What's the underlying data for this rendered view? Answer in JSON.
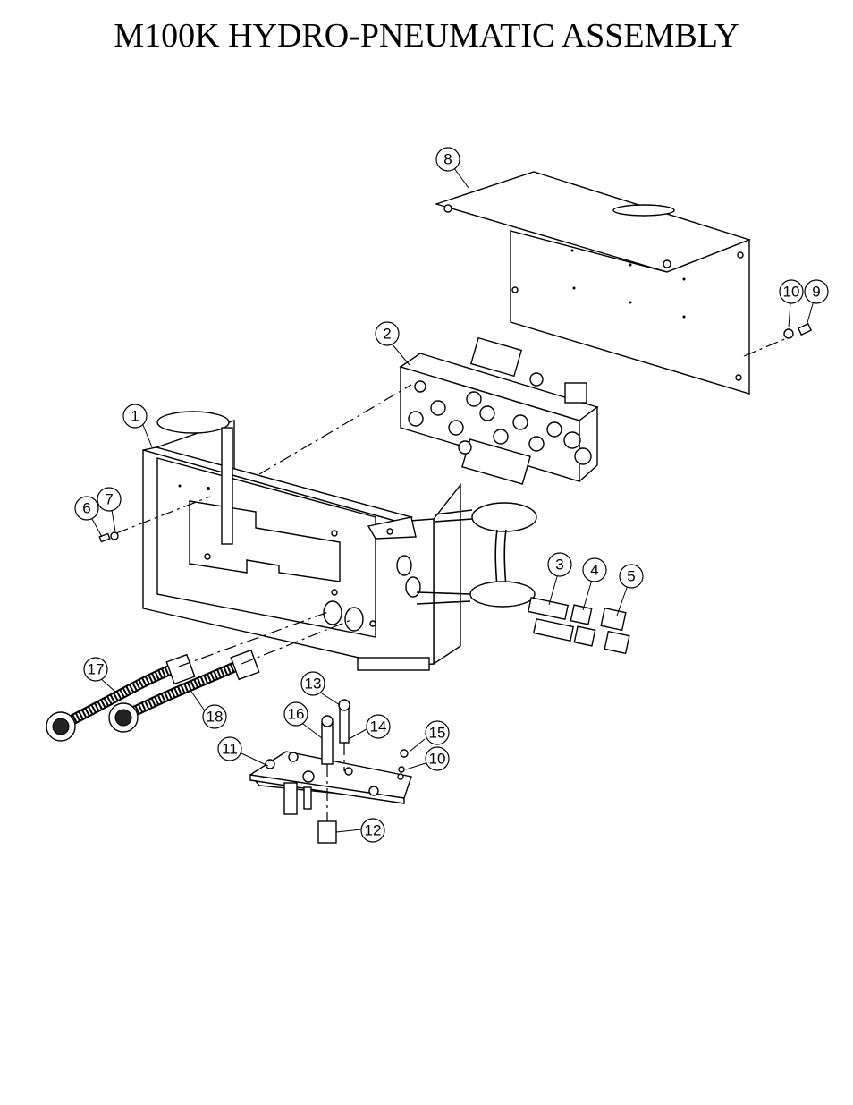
{
  "title": "M100K HYDRO-PNEUMATIC ASSEMBLY",
  "callouts": [
    {
      "id": "c1",
      "label": "1"
    },
    {
      "id": "c2",
      "label": "2"
    },
    {
      "id": "c3",
      "label": "3"
    },
    {
      "id": "c4",
      "label": "4"
    },
    {
      "id": "c5",
      "label": "5"
    },
    {
      "id": "c6",
      "label": "6"
    },
    {
      "id": "c7",
      "label": "7"
    },
    {
      "id": "c8",
      "label": "8"
    },
    {
      "id": "c9",
      "label": "9"
    },
    {
      "id": "c10a",
      "label": "10"
    },
    {
      "id": "c10b",
      "label": "10"
    },
    {
      "id": "c11",
      "label": "11"
    },
    {
      "id": "c12",
      "label": "12"
    },
    {
      "id": "c13",
      "label": "13"
    },
    {
      "id": "c14",
      "label": "14"
    },
    {
      "id": "c15",
      "label": "15"
    },
    {
      "id": "c16",
      "label": "16"
    },
    {
      "id": "c17",
      "label": "17"
    },
    {
      "id": "c18",
      "label": "18"
    }
  ]
}
